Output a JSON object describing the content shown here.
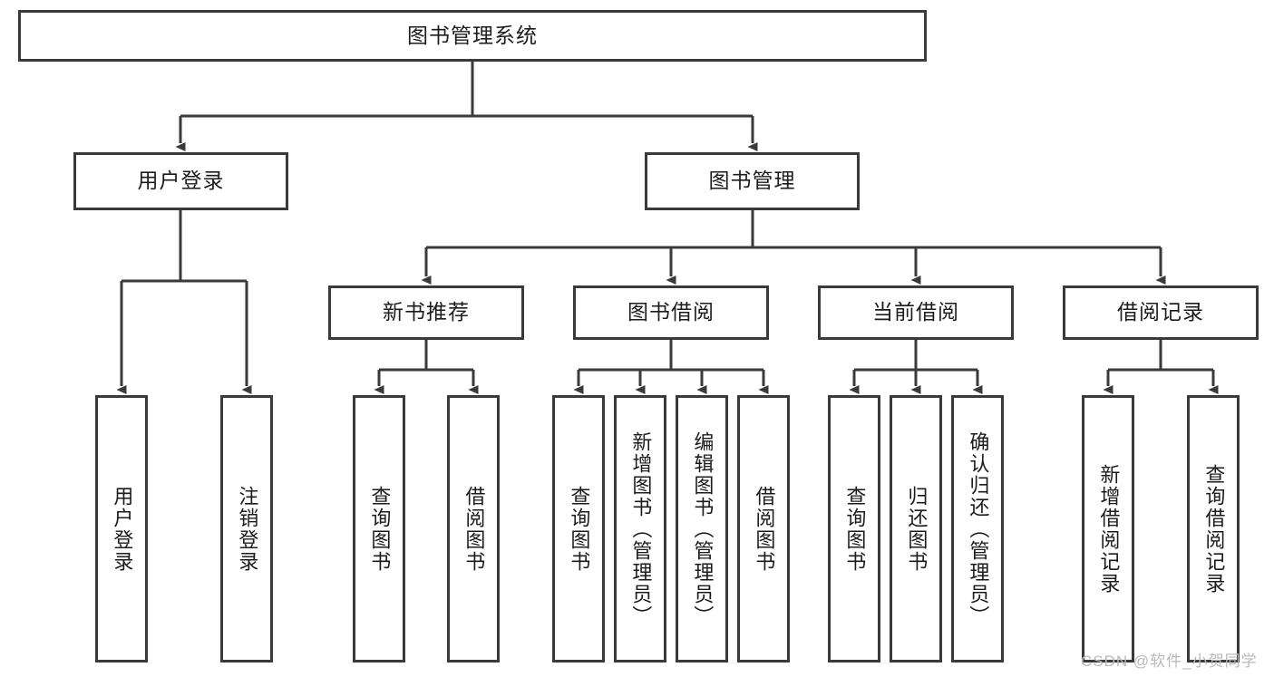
{
  "diagram": {
    "type": "tree",
    "title": "图书管理系统",
    "watermark": "CSDN @软件_小贺同学",
    "colors": {
      "box_border": "#3a3a3a",
      "box_fill": "#ffffff",
      "connector": "#3a3a3a",
      "text": "#1c1c1c",
      "watermark": "#b9b9b9"
    },
    "nodes": {
      "root": {
        "label": "图书管理系统",
        "level": 1,
        "orientation": "horizontal"
      },
      "level2": [
        {
          "id": "user-login",
          "label": "用户登录",
          "orientation": "horizontal"
        },
        {
          "id": "book-management",
          "label": "图书管理",
          "orientation": "horizontal"
        }
      ],
      "level3": [
        {
          "id": "new-book-recommend",
          "label": "新书推荐",
          "orientation": "horizontal",
          "parent": "book-management"
        },
        {
          "id": "book-borrow",
          "label": "图书借阅",
          "orientation": "horizontal",
          "parent": "book-management"
        },
        {
          "id": "current-borrow",
          "label": "当前借阅",
          "orientation": "horizontal",
          "parent": "book-management"
        },
        {
          "id": "borrow-record",
          "label": "借阅记录",
          "orientation": "horizontal",
          "parent": "book-management"
        }
      ],
      "leaves": [
        {
          "id": "leaf-user-login",
          "label": "用户登录",
          "parent": "user-login",
          "orientation": "vertical"
        },
        {
          "id": "leaf-user-logout",
          "label": "注销登录",
          "parent": "user-login",
          "orientation": "vertical"
        },
        {
          "id": "leaf-query-book-1",
          "label": "查询图书",
          "parent": "new-book-recommend",
          "orientation": "vertical"
        },
        {
          "id": "leaf-borrow-book-1",
          "label": "借阅图书",
          "parent": "new-book-recommend",
          "orientation": "vertical"
        },
        {
          "id": "leaf-query-book-2",
          "label": "查询图书",
          "parent": "book-borrow",
          "orientation": "vertical"
        },
        {
          "id": "leaf-add-book",
          "label": "新增图书（管理员）",
          "parent": "book-borrow",
          "orientation": "vertical"
        },
        {
          "id": "leaf-edit-book",
          "label": "编辑图书（管理员）",
          "parent": "book-borrow",
          "orientation": "vertical"
        },
        {
          "id": "leaf-borrow-book-2",
          "label": "借阅图书",
          "parent": "book-borrow",
          "orientation": "vertical"
        },
        {
          "id": "leaf-query-book-3",
          "label": "查询图书",
          "parent": "current-borrow",
          "orientation": "vertical"
        },
        {
          "id": "leaf-return-book",
          "label": "归还图书",
          "parent": "current-borrow",
          "orientation": "vertical"
        },
        {
          "id": "leaf-confirm-return",
          "label": "确认归还（管理员）",
          "parent": "current-borrow",
          "orientation": "vertical"
        },
        {
          "id": "leaf-add-record",
          "label": "新增借阅记录",
          "parent": "borrow-record",
          "orientation": "vertical"
        },
        {
          "id": "leaf-query-record",
          "label": "查询借阅记录",
          "parent": "borrow-record",
          "orientation": "vertical"
        }
      ]
    }
  }
}
